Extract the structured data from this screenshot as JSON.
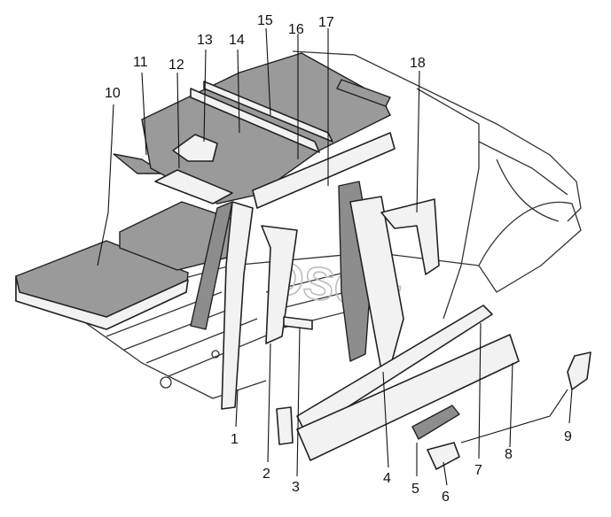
{
  "diagram": {
    "watermark": "OSOft",
    "callouts": [
      {
        "id": "1",
        "label": "1"
      },
      {
        "id": "2",
        "label": "2"
      },
      {
        "id": "3",
        "label": "3"
      },
      {
        "id": "4",
        "label": "4"
      },
      {
        "id": "5",
        "label": "5"
      },
      {
        "id": "6",
        "label": "6"
      },
      {
        "id": "7",
        "label": "7"
      },
      {
        "id": "8",
        "label": "8"
      },
      {
        "id": "9",
        "label": "9"
      },
      {
        "id": "10",
        "label": "10"
      },
      {
        "id": "11",
        "label": "11"
      },
      {
        "id": "12",
        "label": "12"
      },
      {
        "id": "13",
        "label": "13"
      },
      {
        "id": "14",
        "label": "14"
      },
      {
        "id": "15",
        "label": "15"
      },
      {
        "id": "16",
        "label": "16"
      },
      {
        "id": "17",
        "label": "17"
      },
      {
        "id": "18",
        "label": "18"
      }
    ]
  }
}
